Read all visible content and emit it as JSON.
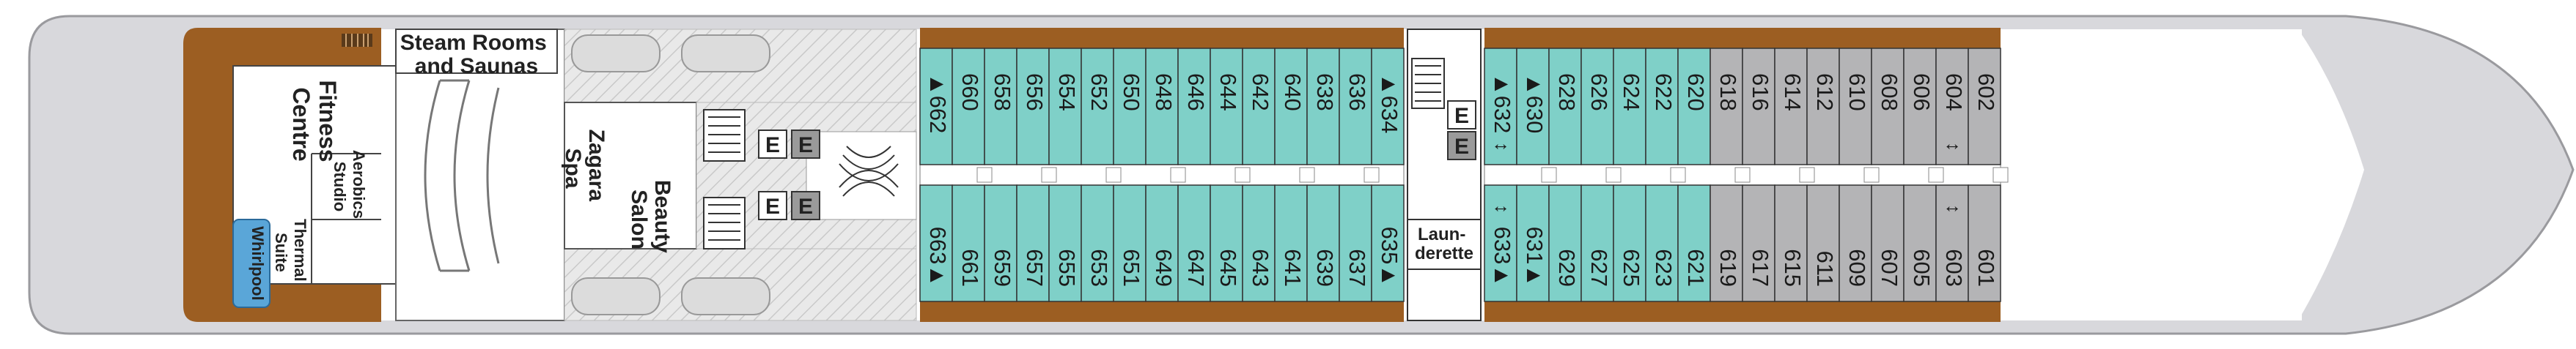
{
  "colors": {
    "hull": "#d8d8dc",
    "hull_stroke": "#9a9a9e",
    "wood": "#9c5e22",
    "deck": "#ffffff",
    "aqua": "#7fd0c8",
    "grey_cabin": "#b4b4b6",
    "corridor": "#ffffff",
    "hatch": "#e1e1e1",
    "whirlpool": "#5aa6d8",
    "text": "#222222"
  },
  "rooms": {
    "steam": [
      "Steam Rooms",
      "and Saunas"
    ],
    "fitness": [
      "Fitness",
      "Centre"
    ],
    "aerobics": [
      "Aerobics",
      "Studio"
    ],
    "spa": [
      "Zagara",
      "Spa"
    ],
    "beauty": [
      "Beauty",
      "Salon"
    ],
    "thermal": [
      "Thermal",
      "Suite"
    ],
    "whirlpool": "Whirlpool",
    "launderette": [
      "Laun-",
      "derette"
    ]
  },
  "elevator_label": "E",
  "cabins": {
    "top": [
      {
        "num": "▲662",
        "color": "aqua"
      },
      {
        "num": "660",
        "color": "aqua"
      },
      {
        "num": "658",
        "color": "aqua"
      },
      {
        "num": "656",
        "color": "aqua"
      },
      {
        "num": "654",
        "color": "aqua"
      },
      {
        "num": "652",
        "color": "aqua"
      },
      {
        "num": "650",
        "color": "aqua"
      },
      {
        "num": "648",
        "color": "aqua"
      },
      {
        "num": "646",
        "color": "aqua"
      },
      {
        "num": "644",
        "color": "aqua"
      },
      {
        "num": "642",
        "color": "aqua"
      },
      {
        "num": "640",
        "color": "aqua"
      },
      {
        "num": "638",
        "color": "aqua"
      },
      {
        "num": "636",
        "color": "aqua"
      },
      {
        "num": "▲634",
        "color": "aqua"
      },
      {
        "num": "▲632",
        "color": "aqua",
        "arrow": true
      },
      {
        "num": "▲630",
        "color": "aqua"
      },
      {
        "num": "628",
        "color": "aqua"
      },
      {
        "num": "626",
        "color": "aqua"
      },
      {
        "num": "624",
        "color": "aqua"
      },
      {
        "num": "622",
        "color": "aqua"
      },
      {
        "num": "620",
        "color": "aqua"
      },
      {
        "num": "618",
        "color": "grey_cabin"
      },
      {
        "num": "616",
        "color": "grey_cabin"
      },
      {
        "num": "614",
        "color": "grey_cabin"
      },
      {
        "num": "612",
        "color": "grey_cabin"
      },
      {
        "num": "610",
        "color": "grey_cabin"
      },
      {
        "num": "608",
        "color": "grey_cabin"
      },
      {
        "num": "606",
        "color": "grey_cabin"
      },
      {
        "num": "604",
        "color": "grey_cabin",
        "arrow": true
      },
      {
        "num": "602",
        "color": "grey_cabin"
      }
    ],
    "bottom": [
      {
        "num": "663▲",
        "color": "aqua"
      },
      {
        "num": "661",
        "color": "aqua"
      },
      {
        "num": "659",
        "color": "aqua"
      },
      {
        "num": "657",
        "color": "aqua"
      },
      {
        "num": "655",
        "color": "aqua"
      },
      {
        "num": "653",
        "color": "aqua"
      },
      {
        "num": "651",
        "color": "aqua"
      },
      {
        "num": "649",
        "color": "aqua"
      },
      {
        "num": "647",
        "color": "aqua"
      },
      {
        "num": "645",
        "color": "aqua"
      },
      {
        "num": "643",
        "color": "aqua"
      },
      {
        "num": "641",
        "color": "aqua"
      },
      {
        "num": "639",
        "color": "aqua"
      },
      {
        "num": "637",
        "color": "aqua"
      },
      {
        "num": "635▲",
        "color": "aqua"
      },
      {
        "num": "633▲",
        "color": "aqua",
        "arrow": true
      },
      {
        "num": "631▲",
        "color": "aqua"
      },
      {
        "num": "629",
        "color": "aqua"
      },
      {
        "num": "627",
        "color": "aqua"
      },
      {
        "num": "625",
        "color": "aqua"
      },
      {
        "num": "623",
        "color": "aqua"
      },
      {
        "num": "621",
        "color": "aqua"
      },
      {
        "num": "619",
        "color": "grey_cabin"
      },
      {
        "num": "617",
        "color": "grey_cabin"
      },
      {
        "num": "615",
        "color": "grey_cabin"
      },
      {
        "num": "611",
        "color": "grey_cabin"
      },
      {
        "num": "609",
        "color": "grey_cabin"
      },
      {
        "num": "607",
        "color": "grey_cabin"
      },
      {
        "num": "605",
        "color": "grey_cabin"
      },
      {
        "num": "603",
        "color": "grey_cabin",
        "arrow": true
      },
      {
        "num": "601",
        "color": "grey_cabin"
      }
    ]
  }
}
